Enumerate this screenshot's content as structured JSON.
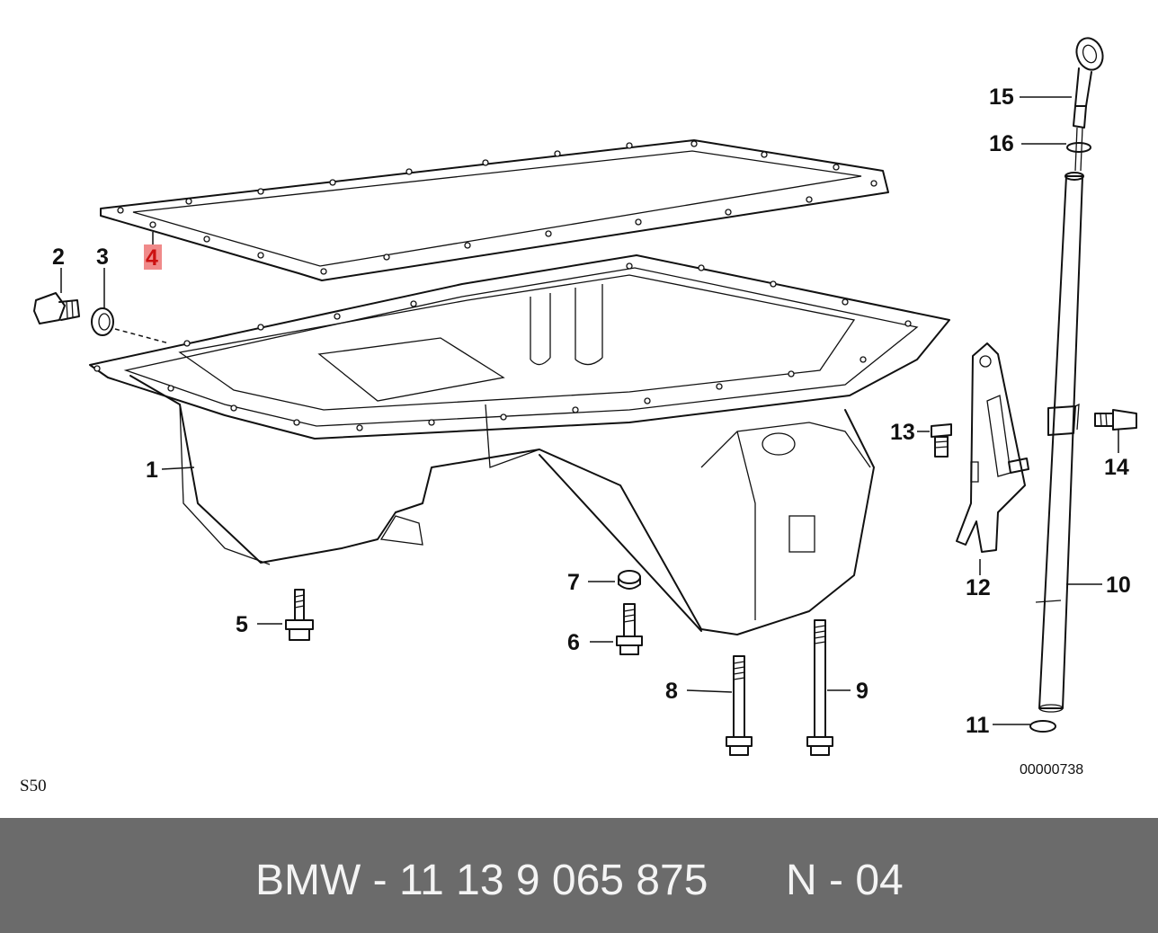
{
  "diagram": {
    "model_code": "S50",
    "drawing_number": "00000738",
    "callouts": [
      {
        "id": "1",
        "label": "1"
      },
      {
        "id": "2",
        "label": "2"
      },
      {
        "id": "3",
        "label": "3"
      },
      {
        "id": "4",
        "label": "4",
        "highlight": true,
        "highlight_color": "#f08a8a"
      },
      {
        "id": "5",
        "label": "5"
      },
      {
        "id": "6",
        "label": "6"
      },
      {
        "id": "7",
        "label": "7"
      },
      {
        "id": "8",
        "label": "8"
      },
      {
        "id": "9",
        "label": "9"
      },
      {
        "id": "10",
        "label": "10"
      },
      {
        "id": "11",
        "label": "11"
      },
      {
        "id": "12",
        "label": "12"
      },
      {
        "id": "13",
        "label": "13"
      },
      {
        "id": "14",
        "label": "14"
      },
      {
        "id": "15",
        "label": "15"
      },
      {
        "id": "16",
        "label": "16"
      }
    ]
  },
  "footer": {
    "part_text": "BMW - 11 13 9 065 875",
    "code_text": "N - 04",
    "background": "#6b6b6b",
    "text_color": "#f4f4f4"
  }
}
